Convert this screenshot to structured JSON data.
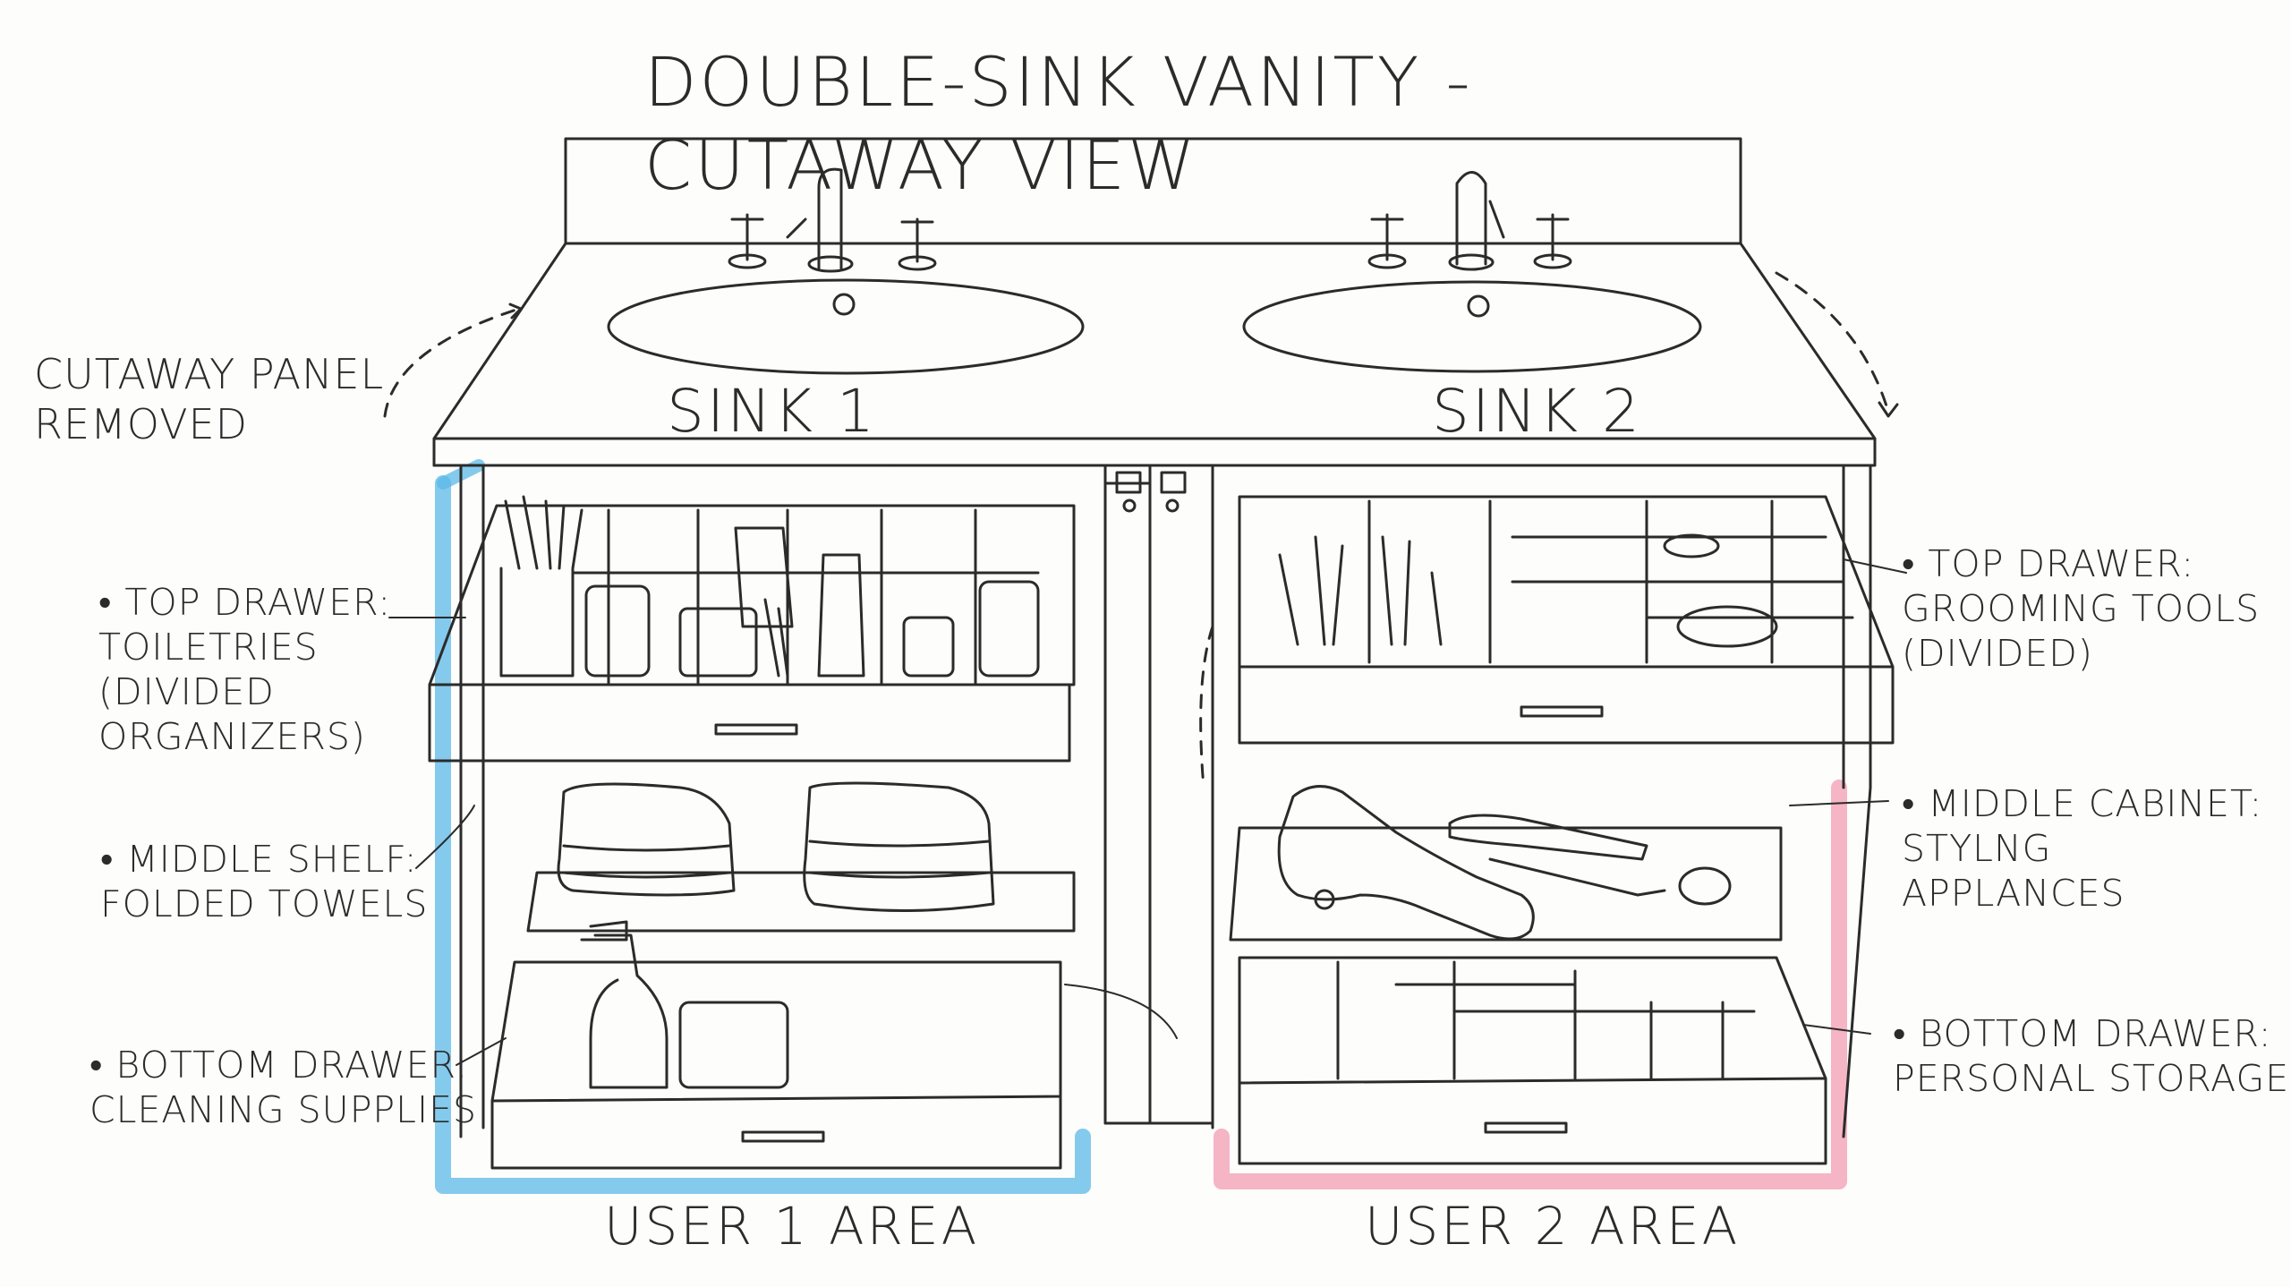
{
  "title": "DOUBLE-SINK VANITY - CUTAWAY VIEW",
  "sinks": {
    "left": "SINK 1",
    "right": "SINK 2"
  },
  "areas": {
    "user1": "USER 1 AREA",
    "user2": "USER 2 AREA"
  },
  "callouts": {
    "cutaway": "CUTAWAY PANEL\nREMOVED",
    "left_top_drawer": "• TOP DRAWER:\nTOILETRIES\n(DIVIDED\nORGANIZERS)",
    "left_middle_shelf": "• MIDDLE SHELF:\nFOLDED TOWELS",
    "left_bottom_drawer": "• BOTTOM DRAWER:\nCLEANING SUPPLIES",
    "right_top_drawer": "• TOP DRAWER:\nGROOMING TOOLS\n(DIVIDED)",
    "right_middle_cabinet": "• MIDDLE CABINET:\nSTYLNG\nAPPLANCES",
    "right_bottom_drawer": "• BOTTOM DRAWER:\nPERSONAL STORAGE"
  },
  "colors": {
    "ink": "#2b2b2b",
    "user1_highlight": "#5bb8e8",
    "user2_highlight": "#f2a3b8"
  }
}
